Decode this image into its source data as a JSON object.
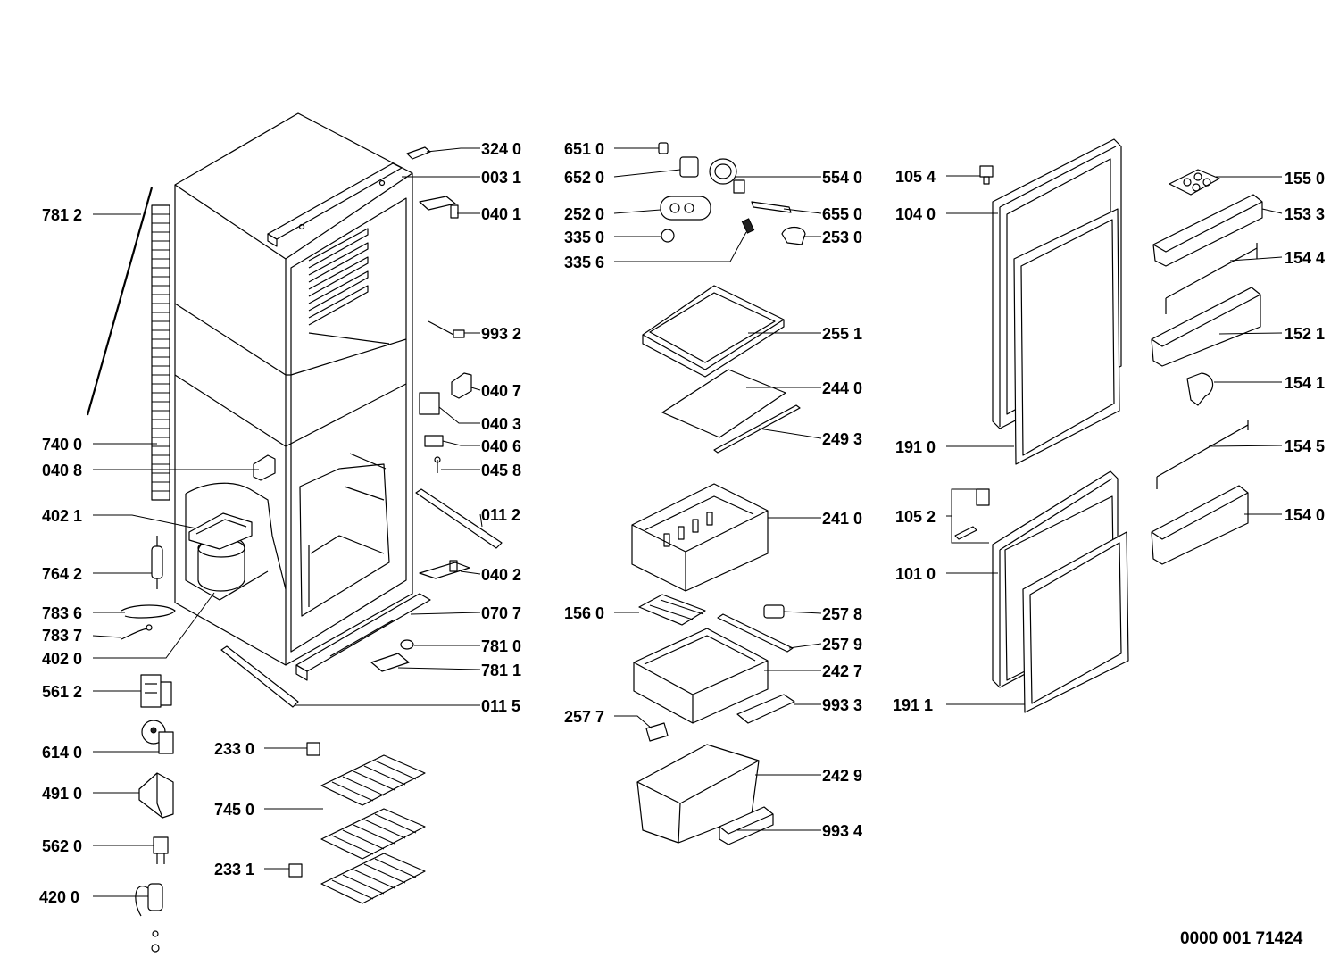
{
  "document_number": "0000 001 71424",
  "labels": {
    "l_781_2": "781 2",
    "l_740_0": "740 0",
    "l_040_8": "040 8",
    "l_402_1": "402 1",
    "l_764_2": "764 2",
    "l_783_6": "783 6",
    "l_783_7": "783 7",
    "l_402_0": "402 0",
    "l_561_2": "561 2",
    "l_614_0": "614 0",
    "l_491_0": "491 0",
    "l_562_0": "562 0",
    "l_420_0": "420 0",
    "l_324_0": "324 0",
    "l_003_1": "003 1",
    "l_040_1": "040 1",
    "l_993_2": "993 2",
    "l_040_7": "040 7",
    "l_040_3": "040 3",
    "l_040_6": "040 6",
    "l_045_8": "045 8",
    "l_011_2": "011 2",
    "l_040_2": "040 2",
    "l_070_7": "070 7",
    "l_781_0": "781 0",
    "l_781_1": "781 1",
    "l_011_5": "011 5",
    "l_233_0": "233 0",
    "l_745_0": "745 0",
    "l_233_1": "233 1",
    "l_651_0": "651 0",
    "l_652_0": "652 0",
    "l_252_0": "252 0",
    "l_335_0": "335 0",
    "l_335_6": "335 6",
    "l_554_0": "554 0",
    "l_655_0": "655 0",
    "l_253_0": "253 0",
    "l_255_1": "255 1",
    "l_244_0": "244 0",
    "l_249_3": "249 3",
    "l_241_0": "241 0",
    "l_156_0": "156 0",
    "l_257_8": "257 8",
    "l_257_9": "257 9",
    "l_242_7": "242 7",
    "l_993_3": "993 3",
    "l_257_7": "257 7",
    "l_242_9": "242 9",
    "l_993_4": "993 4",
    "l_105_4": "105 4",
    "l_104_0": "104 0",
    "l_191_0": "191 0",
    "l_105_2": "105 2",
    "l_101_0": "101 0",
    "l_191_1": "191 1",
    "l_155_0": "155 0",
    "l_153_3": "153 3",
    "l_154_4": "154 4",
    "l_152_1": "152 1",
    "l_154_1": "154 1",
    "l_154_5": "154 5",
    "l_154_0": "154 0"
  }
}
